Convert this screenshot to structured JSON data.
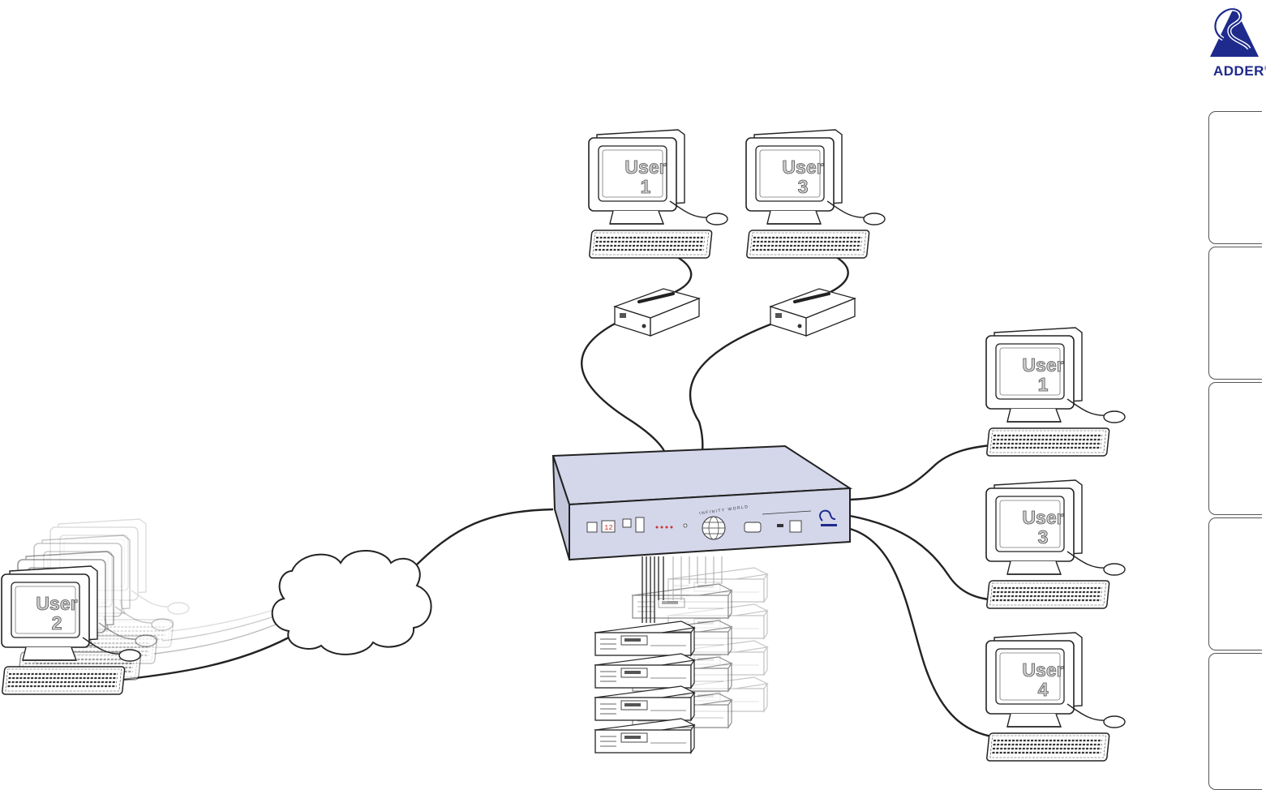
{
  "brand": {
    "name": "ADDER",
    "trademark": "®",
    "color": "#1e2a8c"
  },
  "users": {
    "remote_top_1": "User 1",
    "remote_top_3": "User 3",
    "right_1": "User 1",
    "right_3": "User 3",
    "right_4": "User 4",
    "network_2": "User 2"
  },
  "switch": {
    "panel_text": "INFINITY WORLD",
    "color": "#d4d6ea"
  },
  "side_tabs": {
    "count": 5
  }
}
